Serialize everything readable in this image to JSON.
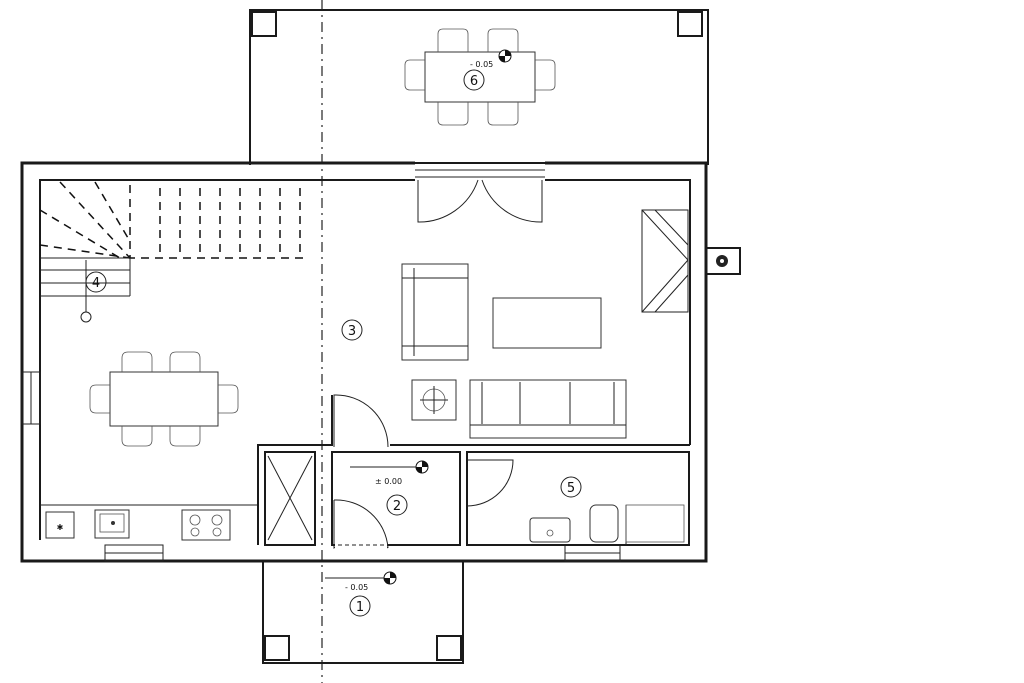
{
  "rooms": [
    {
      "id": "room-1",
      "number": "1"
    },
    {
      "id": "room-2",
      "number": "2"
    },
    {
      "id": "room-3",
      "number": "3"
    },
    {
      "id": "room-4",
      "number": "4"
    },
    {
      "id": "room-5",
      "number": "5"
    },
    {
      "id": "room-6",
      "number": "6"
    }
  ],
  "levels": {
    "entry": "- 0.05",
    "hall": "± 0.00",
    "terrace": "- 0.05"
  }
}
